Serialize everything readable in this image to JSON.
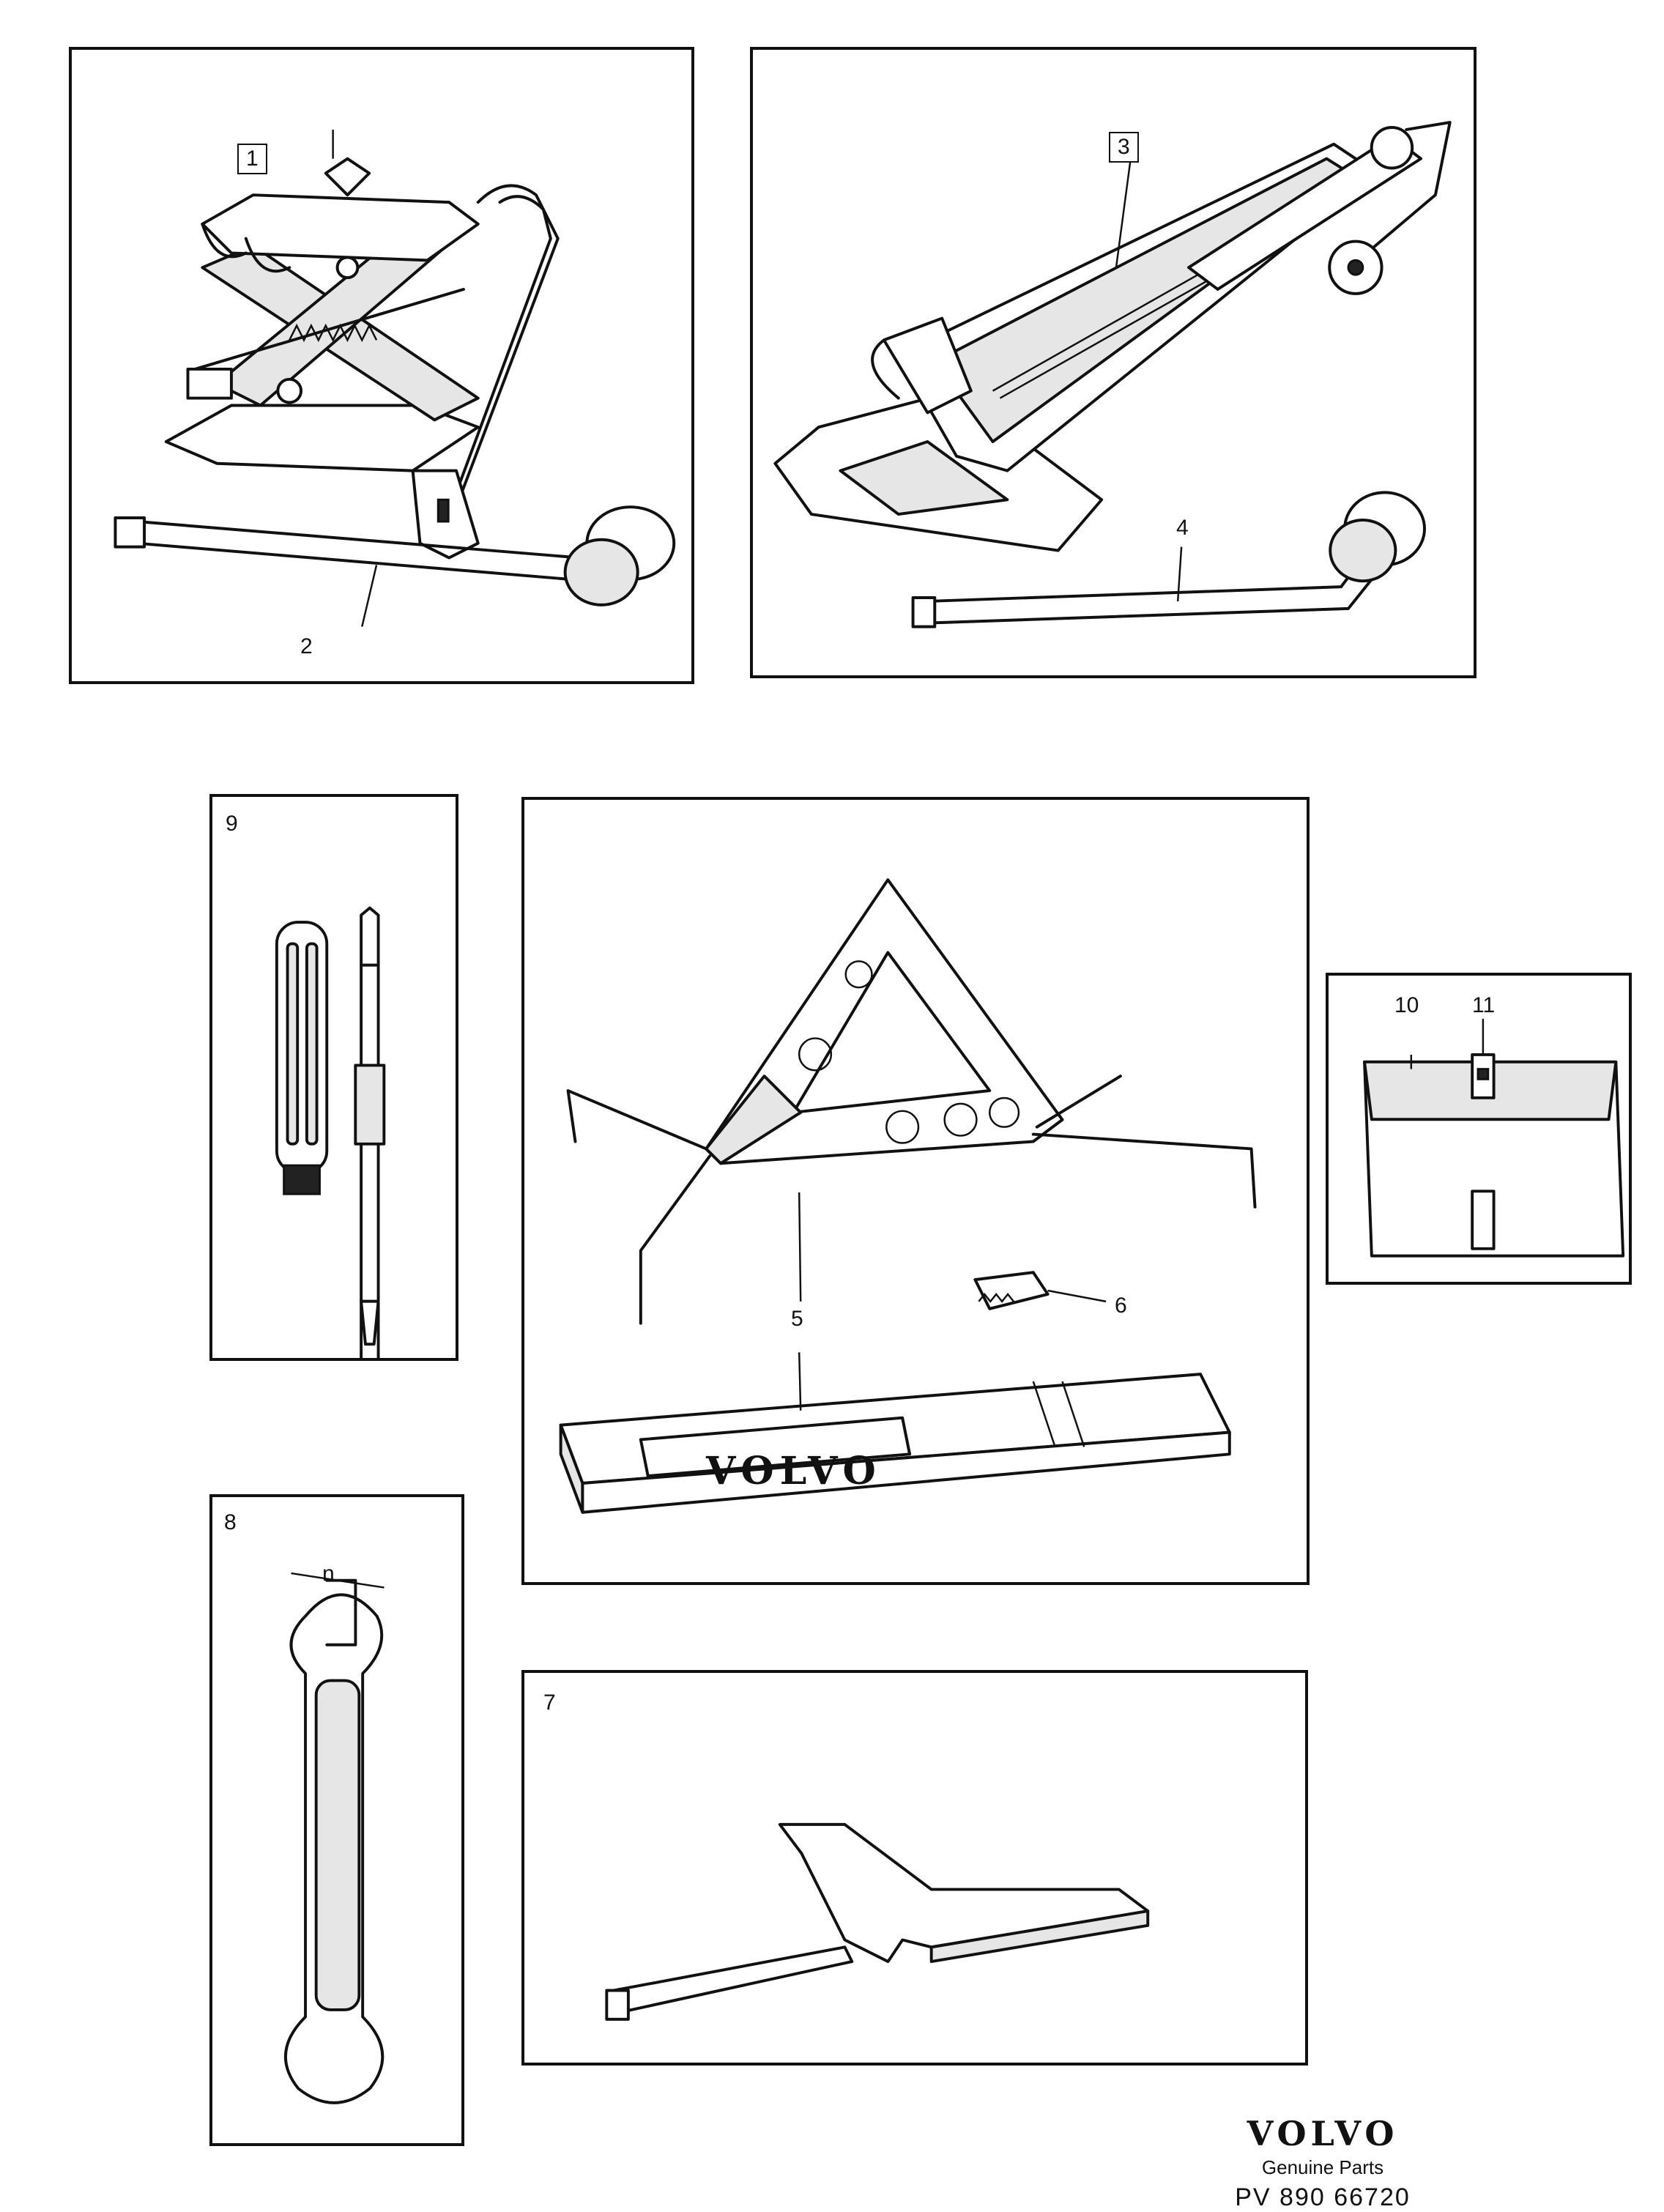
{
  "callouts": {
    "p1": "1",
    "p2": "2",
    "p3": "3",
    "p4": "4",
    "p5": "5",
    "p6": "6",
    "p7": "7",
    "p8": "8",
    "p9": "9",
    "p10": "10",
    "p11": "11",
    "dimension_n": "n"
  },
  "case_label": "VOLVO",
  "brand": {
    "logo": "VOLVO",
    "subtitle": "Genuine Parts",
    "code": "PV 890 66720"
  },
  "icons": {
    "panel_a": [
      "scissor-jack-icon",
      "wheel-brace-icon"
    ],
    "panel_b": [
      "long-jack-icon",
      "wheel-brace-icon"
    ],
    "panel_c": [
      "flat-screwdriver-icon",
      "phillips-screwdriver-icon"
    ],
    "panel_d": [
      "warning-triangle-icon",
      "triangle-clip-icon",
      "triangle-case-icon"
    ],
    "panel_e": [
      "tool-bag-icon",
      "bag-clasp-icon"
    ],
    "panel_f": [
      "open-end-wrench-icon"
    ],
    "panel_g": [
      "t-handle-tool-icon"
    ]
  }
}
